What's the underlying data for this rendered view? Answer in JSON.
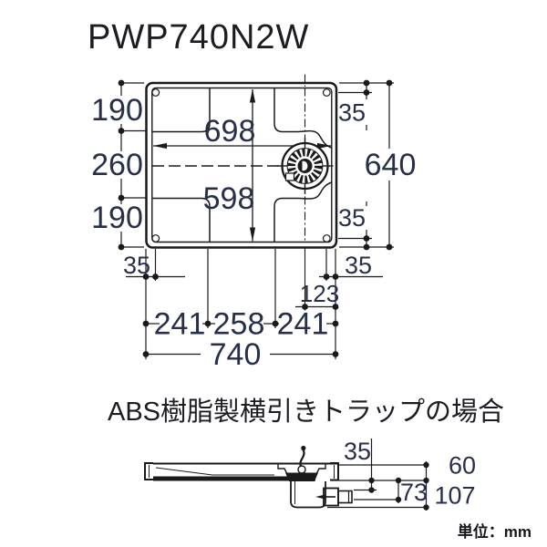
{
  "title": "PWP740N2W",
  "caption": "ABS樹脂製横引きトラップの場合",
  "unit": "単位：mm",
  "top_view": {
    "side_left": [
      "190",
      "260",
      "190"
    ],
    "side_right_top": "35",
    "side_right_total": "640",
    "side_right_bottom": "35",
    "floor_width": "698",
    "floor_depth": "598",
    "bottom_left_edge": "35",
    "bottom_right_edge": "35",
    "drain_to_edge": "123",
    "bottom_segments": [
      "241",
      "258",
      "241"
    ],
    "total_width": "740"
  },
  "side_view": {
    "pipe_clearance": "35",
    "pan_height": "60",
    "pipe_depth": "73",
    "trap_depth": "107"
  },
  "colors": {
    "line": "#1a1a1a",
    "dimension_text": "#273048",
    "background": "#ffffff"
  }
}
